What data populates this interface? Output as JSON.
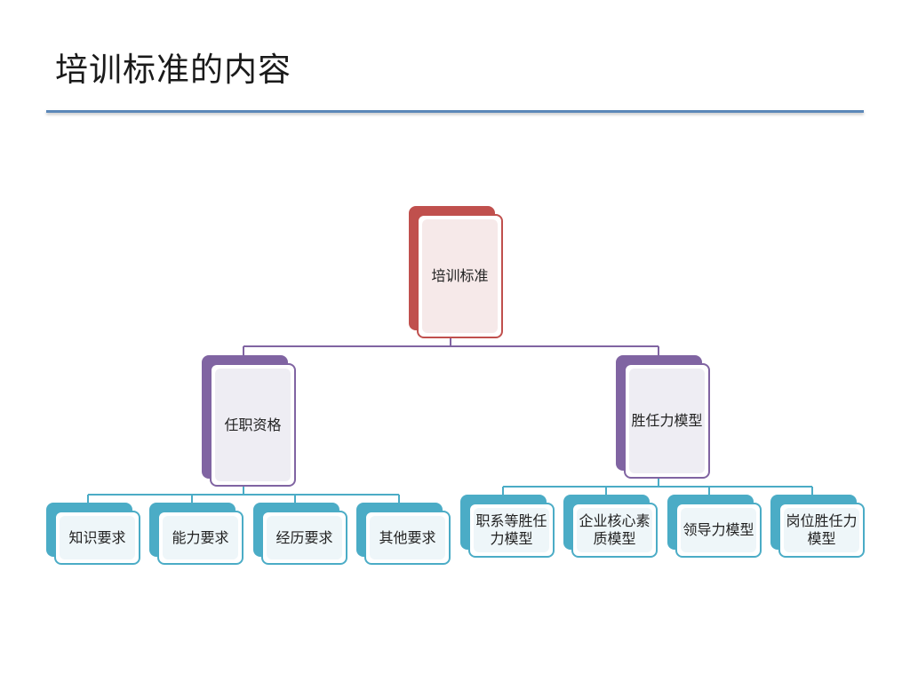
{
  "title": "培训标准的内容",
  "root": {
    "label": "培训标准"
  },
  "branches": [
    {
      "label": "任职资格",
      "children": [
        {
          "label": "知识要求"
        },
        {
          "label": "能力要求"
        },
        {
          "label": "经历要求"
        },
        {
          "label": "其他要求"
        }
      ]
    },
    {
      "label": "胜任力模型",
      "children": [
        {
          "label": "职系等胜任力模型"
        },
        {
          "label": "企业核心素质模型"
        },
        {
          "label": "领导力模型"
        },
        {
          "label": "岗位胜任力模型"
        }
      ]
    }
  ],
  "colors": {
    "root": "#c0504d",
    "level1": "#8064a2",
    "level2": "#4bacc6",
    "rule": "#5b87b8"
  }
}
